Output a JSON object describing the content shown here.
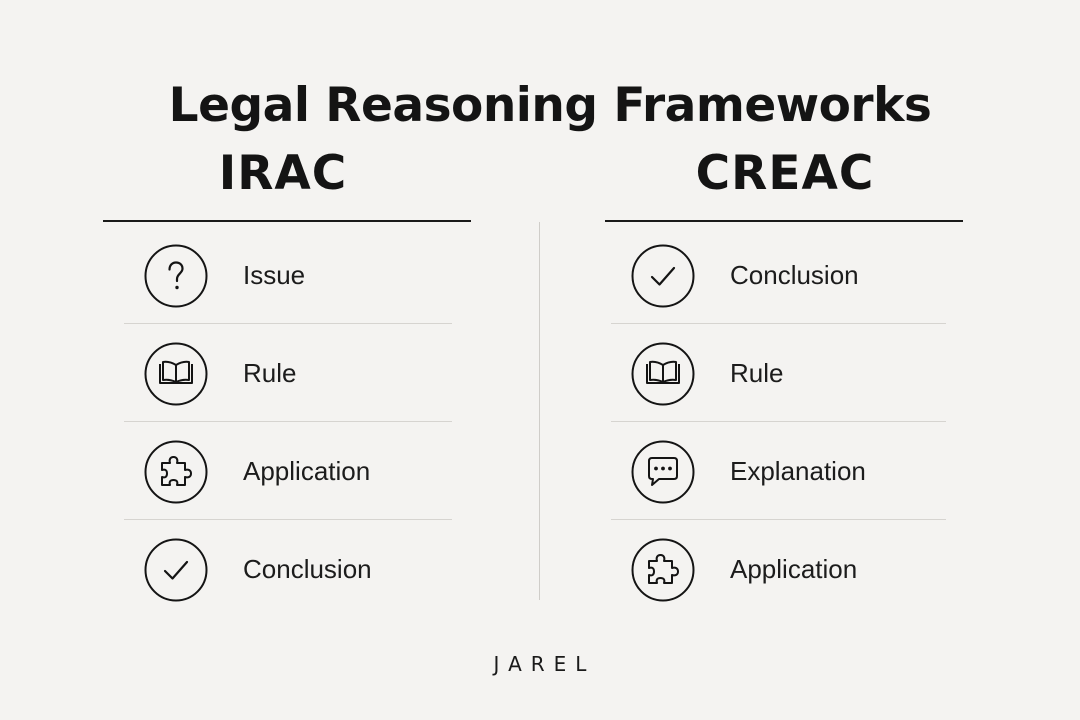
{
  "title": "Legal Reasoning Frameworks",
  "frameworks": [
    {
      "name": "IRAC",
      "steps": [
        {
          "label": "Issue",
          "icon": "question-mark-icon"
        },
        {
          "label": "Rule",
          "icon": "open-book-icon"
        },
        {
          "label": "Application",
          "icon": "puzzle-piece-icon"
        },
        {
          "label": "Conclusion",
          "icon": "checkmark-icon"
        }
      ]
    },
    {
      "name": "CREAC",
      "steps": [
        {
          "label": "Conclusion",
          "icon": "checkmark-icon"
        },
        {
          "label": "Rule",
          "icon": "open-book-icon"
        },
        {
          "label": "Explanation",
          "icon": "speech-bubble-icon"
        },
        {
          "label": "Application",
          "icon": "puzzle-piece-icon"
        }
      ]
    }
  ],
  "brand": "JAREL",
  "colors": {
    "background": "#f4f3f1",
    "ink": "#141414",
    "divider": "#d6d4d0"
  }
}
